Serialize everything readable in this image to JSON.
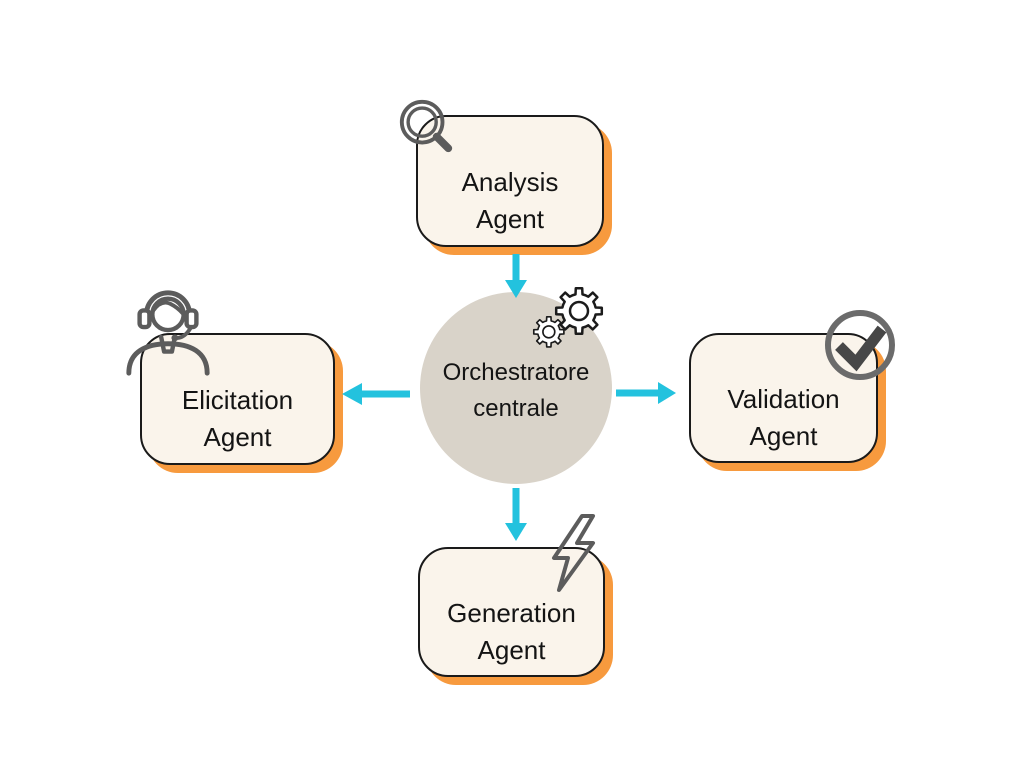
{
  "diagram": {
    "background": "#FFFFFF",
    "center": {
      "id": "orchestrator",
      "label_lines": [
        "Orchestratore",
        "centrale"
      ],
      "icon": "gears-icon"
    },
    "nodes": [
      {
        "id": "analysis",
        "label_lines": [
          "Analysis",
          "Agent"
        ],
        "icon": "search-icon",
        "position": "top"
      },
      {
        "id": "elicitation",
        "label_lines": [
          "Elicitation",
          "Agent"
        ],
        "icon": "headset-agent-icon",
        "position": "left"
      },
      {
        "id": "validation",
        "label_lines": [
          "Validation",
          "Agent"
        ],
        "icon": "check-circle-icon",
        "position": "right"
      },
      {
        "id": "generation",
        "label_lines": [
          "Generation",
          "Agent"
        ],
        "icon": "lightning-icon",
        "position": "bottom"
      }
    ],
    "arrows": [
      {
        "from": "orchestrator",
        "to": "analysis",
        "direction": "up-node (points down into circle)"
      },
      {
        "from": "orchestrator",
        "to": "elicitation",
        "direction": "left"
      },
      {
        "from": "orchestrator",
        "to": "validation",
        "direction": "right"
      },
      {
        "from": "orchestrator",
        "to": "generation",
        "direction": "down"
      }
    ],
    "colors": {
      "background": "#FFFFFF",
      "box_fill": "#FAF4EB",
      "box_border": "#1A1A1A",
      "shadow_orange": "#F79A3E",
      "circle_fill": "#D9D3C9",
      "arrow_cyan": "#23C2DE",
      "icon_gray": "#5C5C5C",
      "gear_black": "#1B1B1B",
      "check_ring_gray": "#6B6B6B",
      "check_mark_gray": "#474747",
      "text": "#141414"
    }
  }
}
